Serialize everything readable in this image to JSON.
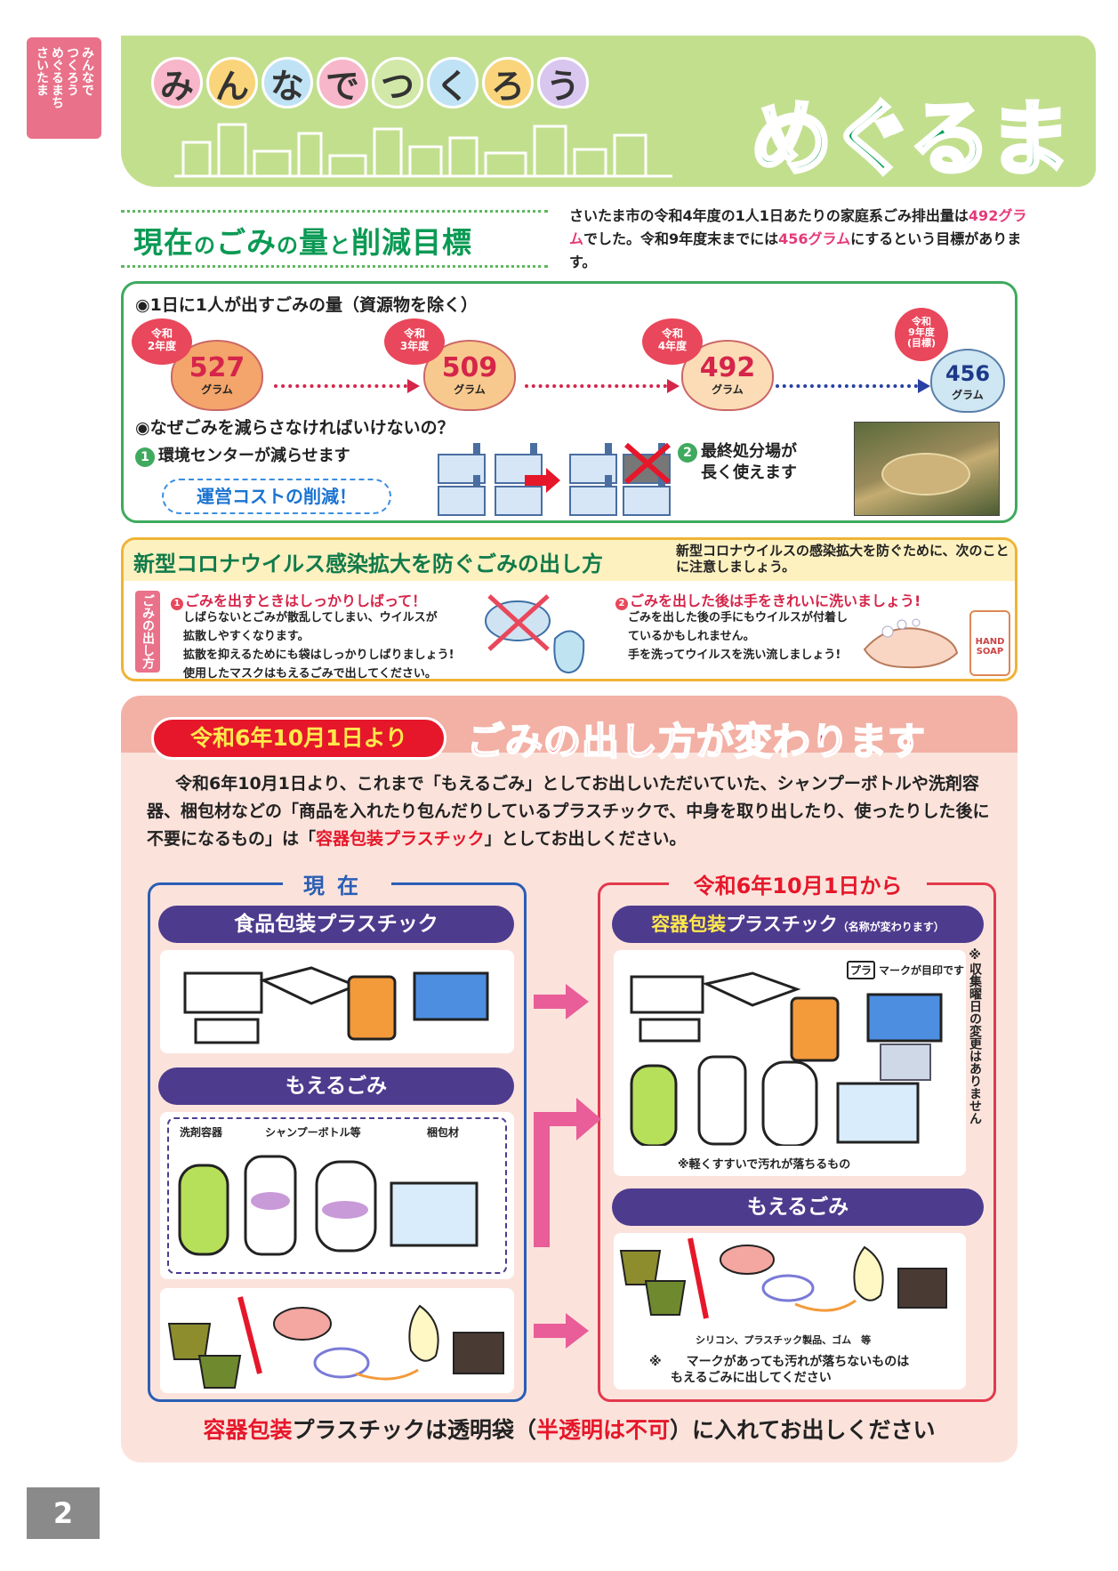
{
  "side_tab": {
    "lines": [
      "みんなで",
      "つくろう",
      "めぐるまち",
      "さいたま"
    ]
  },
  "banner": {
    "slogan_chars": [
      "み",
      "ん",
      "な",
      "で",
      "つ",
      "く",
      "ろ",
      "う"
    ],
    "brand": "めぐるま"
  },
  "section1": {
    "title_a": "現在",
    "title_b": "の",
    "title_c": "ごみ",
    "title_d": "の",
    "title_e": "量",
    "title_f": "と",
    "title_g": "削減目標",
    "desc_a": "さいたま市の令和4年度の1人1日あたりの家庭系ごみ排出量は",
    "desc_b": "492グラム",
    "desc_c": "でした。令和9年度末までには",
    "desc_d": "456グラム",
    "desc_e": "にするという目標があります。",
    "box_heading": "◉1日に1人が出すごみの量（資源物を除く）",
    "stages": [
      {
        "year": "令和\n2年度",
        "value": "527",
        "unit": "グラム"
      },
      {
        "year": "令和\n3年度",
        "value": "509",
        "unit": "グラム"
      },
      {
        "year": "令和\n4年度",
        "value": "492",
        "unit": "グラム"
      },
      {
        "year": "令和\n9年度\n(目標)",
        "value": "456",
        "unit": "グラム"
      }
    ],
    "why_heading": "◉なぜごみを減らさなければいけないの？",
    "why1_num": "1",
    "why1": "環境センターが減らせます",
    "cost": "運営コストの削減！",
    "why2_num": "2",
    "why2_a": "最終処分場が",
    "why2_b": "長く使えます"
  },
  "section2": {
    "title": "新型コロナウイルス感染拡大を防ぐごみの出し方",
    "note": "新型コロナウイルスの感染拡大を防ぐために、次のことに注意しましょう。",
    "side": "ごみの出し方",
    "tip1_num": "1",
    "tip1_head": "ごみを出すときはしっかりしばって！",
    "tip1_lines": [
      "しばらないとごみが散乱してしまい、ウイルスが",
      "拡散しやすくなります。",
      "拡散を抑えるためにも袋はしっかりしばりましょう!",
      "使用したマスクはもえるごみで出してください。"
    ],
    "tip2_num": "2",
    "tip2_head": "ごみを出した後は手をきれいに洗いましょう!",
    "tip2_lines": [
      "ごみを出した後の手にもウイルスが付着し",
      "ているかもしれません。",
      "手を洗ってウイルスを洗い流しましょう!"
    ],
    "soap": "HAND SOAP"
  },
  "section3": {
    "date_pill": "令和6年10月1日より",
    "title": "ごみの出し方が変わります",
    "intro_a": "令和6年10月1日より、これまで「もえるごみ」としてお出しいただいていた、シャンプーボトルや洗剤容器、梱包材などの「商品を入れたり包んだりしているプラスチックで、中身を取り出したり、使ったりした後に不要になるもの」は「",
    "intro_b": "容器包装プラスチック",
    "intro_c": "」としてお出しください。",
    "now_label": "現在",
    "new_label": "令和6年10月1日から",
    "now_cat1": "食品包装プラスチック",
    "now_cat2": "もえるごみ",
    "now_items": [
      "洗剤容器",
      "シャンプーボトル等",
      "梱包材"
    ],
    "new_cat1_a": "容器包装",
    "new_cat1_b": "プラスチック",
    "new_cat1_c": "（名称が変わります）",
    "mark_note": "マークが目印です",
    "rinse_note": "※軽くすすいで汚れが落ちるもの",
    "new_cat2": "もえるごみ",
    "materials": "シリコン、プラスチック製品、ゴム　等",
    "dirty_note_a": "※　　マークがあっても汚れが落ちないものは",
    "dirty_note_b": "もえるごみに出してください",
    "side_note": "※収集曜日の変更はありません",
    "bottom_a": "容器包装",
    "bottom_b": "プラスチックは透明袋（",
    "bottom_c": "半透明は不可",
    "bottom_d": "）に入れてお出しください"
  },
  "page_number": "2",
  "colors": {
    "green": "#0b9a54",
    "red": "#e6172a",
    "purple": "#4d3b8e",
    "blue": "#2a5eb5",
    "pink": "#e9718a"
  }
}
